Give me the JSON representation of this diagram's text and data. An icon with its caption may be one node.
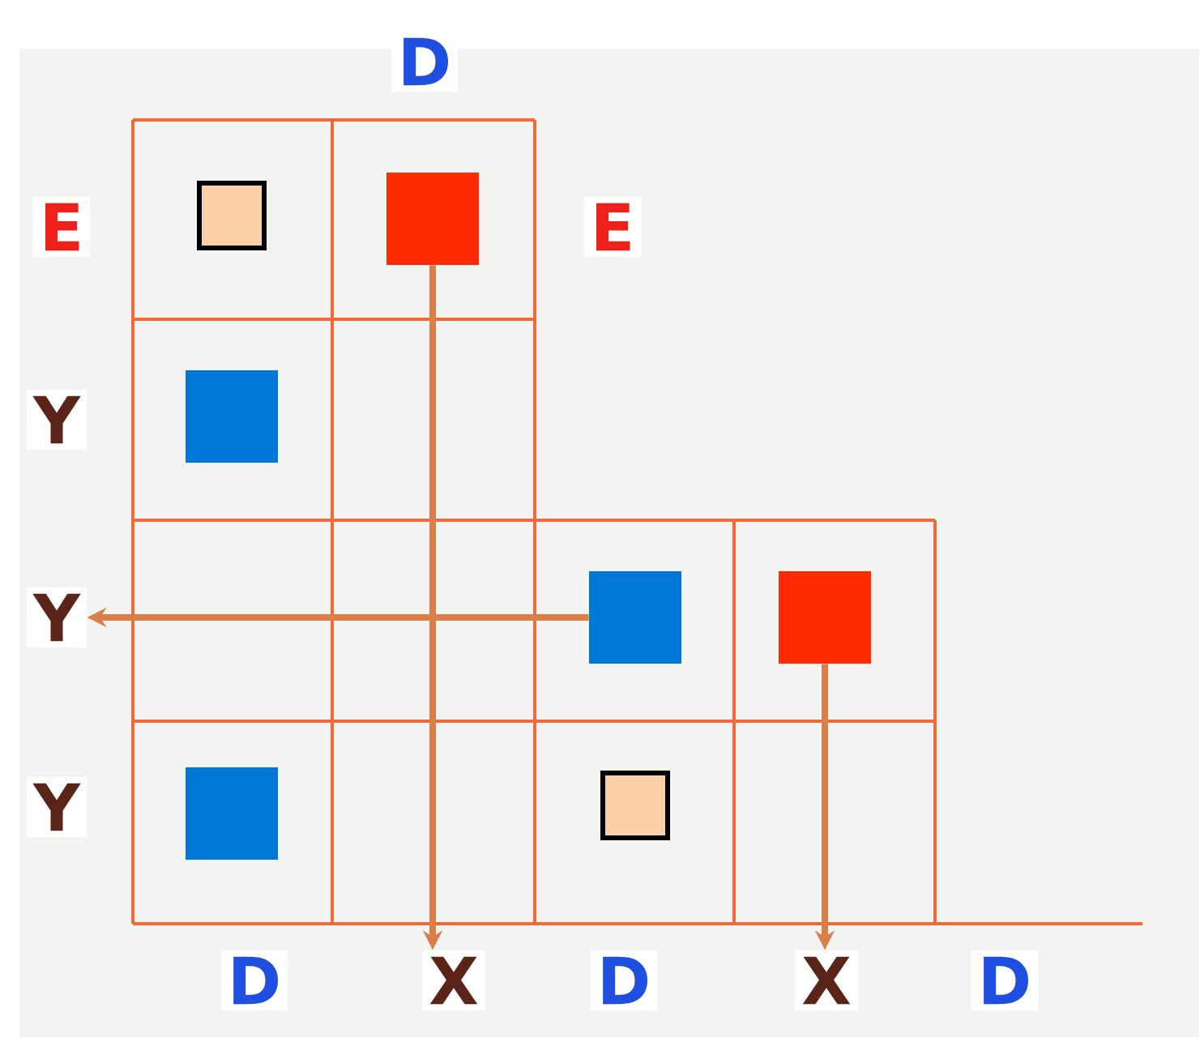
{
  "diagram": {
    "nodes": [
      {
        "text": [
          "D"
        ]
      },
      {
        "text": [
          "E"
        ]
      },
      {
        "text": [],
        "shape": "box"
      },
      {
        "text": [],
        "shape": "box"
      },
      {
        "text": [
          "E"
        ]
      },
      {
        "text": [
          "Y"
        ]
      },
      {
        "text": [],
        "shape": "box"
      },
      {
        "text": [
          "Y"
        ]
      },
      {
        "text": [],
        "shape": "box"
      },
      {
        "text": [],
        "shape": "box"
      },
      {
        "text": [
          "Y"
        ]
      },
      {
        "text": [],
        "shape": "box"
      },
      {
        "text": [],
        "shape": "box"
      },
      {
        "text": [
          "D"
        ]
      },
      {
        "text": [
          "X"
        ]
      },
      {
        "text": [
          "D"
        ]
      },
      {
        "text": [
          "X"
        ]
      },
      {
        "text": [
          "D"
        ]
      }
    ],
    "edges": [
      {
        "from": 3,
        "to": 14,
        "arrow": "to"
      },
      {
        "from": 8,
        "to": 7,
        "arrow": "to"
      },
      {
        "from": 9,
        "to": 16,
        "arrow": "to"
      }
    ]
  }
}
